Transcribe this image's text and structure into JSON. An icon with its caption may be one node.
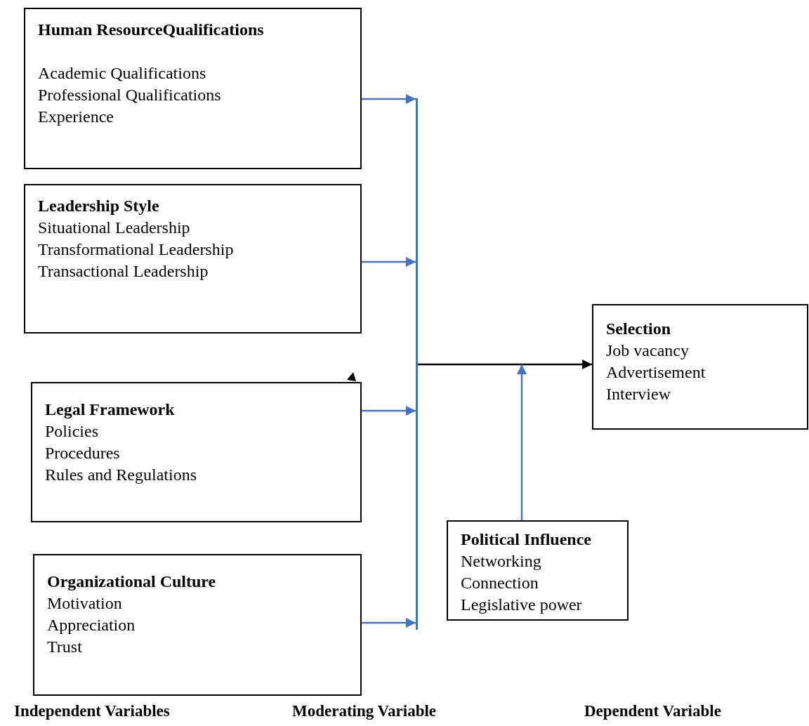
{
  "diagram": {
    "nodes": [
      {
        "text": [
          "Human ResourceQualifications",
          "Academic Qualifications",
          "Professional Qualifications",
          "Experience"
        ]
      },
      {
        "text": [
          "Leadership Style",
          "Situational Leadership",
          "Transformational Leadership",
          "Transactional Leadership"
        ]
      },
      {
        "text": [
          "Legal Framework",
          "Policies",
          "Procedures",
          "Rules and Regulations"
        ]
      },
      {
        "text": [
          "Organizational Culture",
          "Motivation",
          "Appreciation",
          "Trust"
        ]
      },
      {
        "text": [],
        "shape": "bar"
      },
      {
        "text": [
          "Selection",
          "Job vacancy",
          "Advertisement",
          "Interview"
        ]
      },
      {
        "text": [
          "Political Influence",
          "Networking",
          "Connection",
          "Legislative power"
        ]
      }
    ],
    "edges": [
      {
        "from": 0,
        "to": 4,
        "arrow": "to"
      },
      {
        "from": 1,
        "to": 4,
        "arrow": "to"
      },
      {
        "from": 2,
        "to": 4,
        "arrow": "to"
      },
      {
        "from": 3,
        "to": 4,
        "arrow": "to"
      },
      {
        "from": 4,
        "to": 5,
        "arrow": "to",
        "color": "#000000"
      },
      {
        "from": 6,
        "to": null,
        "arrow": "to"
      }
    ],
    "labels": [
      "Independent Variables",
      "Moderating Variable",
      "Dependent Variable"
    ]
  }
}
